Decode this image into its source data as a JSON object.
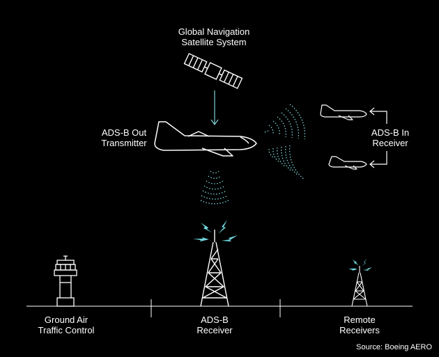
{
  "labels": {
    "satellite": {
      "line1": "Global Navigation",
      "line2": "Satellite System"
    },
    "transmitter": {
      "line1": "ADS-B Out",
      "line2": "Transmitter"
    },
    "in_receiver": {
      "line1": "ADS-B In",
      "line2": "Receiver"
    },
    "ground_atc": {
      "line1": "Ground Air",
      "line2": "Traffic Control"
    },
    "adsb_receiver": {
      "line1": "ADS-B",
      "line2": "Receiver"
    },
    "remote": {
      "line1": "Remote",
      "line2": "Receivers"
    }
  },
  "source": "Source: Boeing AERO",
  "colors": {
    "background": "#000000",
    "line": "#ffffff",
    "signal": "#7fd3d6",
    "bolt": "#6fd6dd"
  },
  "icons": [
    "satellite-icon",
    "airplane-icon",
    "radio-tower-icon",
    "control-tower-icon",
    "lightning-bolt-icon"
  ]
}
